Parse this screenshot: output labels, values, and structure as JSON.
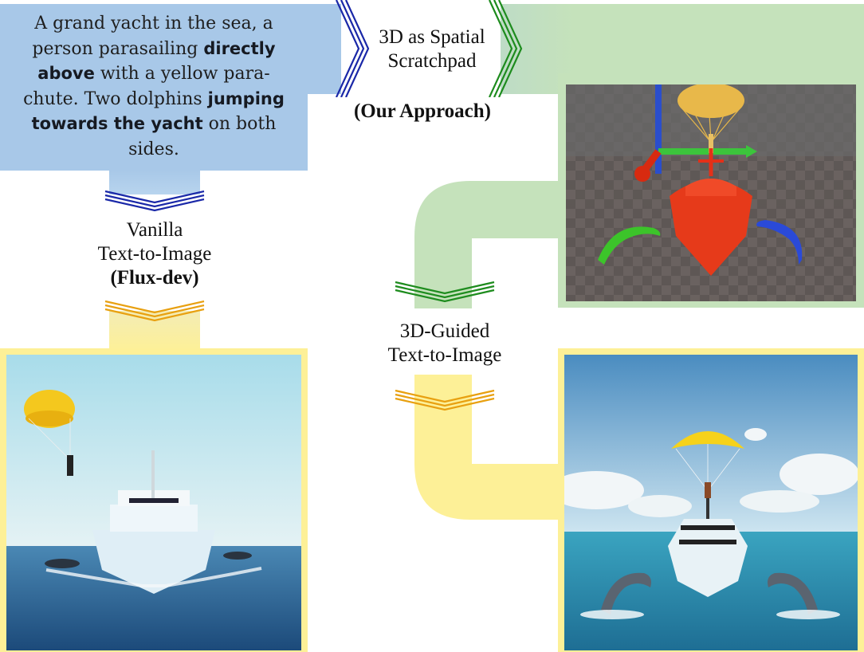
{
  "prompt": {
    "segments": [
      {
        "text": "A grand yacht in the sea, a person parasailing ",
        "bold": false
      },
      {
        "text": "directly above",
        "bold": true
      },
      {
        "text": " with a yellow para-chute. Two dolphins ",
        "bold": false
      },
      {
        "text": "jumping towards the yacht",
        "bold": true
      },
      {
        "text": " on both sides.",
        "bold": false
      }
    ],
    "lines": [
      [
        {
          "t": "A grand yacht in the sea, a",
          "b": false
        }
      ],
      [
        {
          "t": "person parasailing ",
          "b": false
        },
        {
          "t": "directly",
          "b": true
        }
      ],
      [
        {
          "t": "above",
          "b": true
        },
        {
          "t": " with a yellow para-",
          "b": false
        }
      ],
      [
        {
          "t": "chute. Two dolphins ",
          "b": false
        },
        {
          "t": "jumping",
          "b": true
        }
      ],
      [
        {
          "t": "towards the yacht",
          "b": true
        },
        {
          "t": " on both",
          "b": false
        }
      ],
      [
        {
          "t": "sides.",
          "b": false
        }
      ]
    ]
  },
  "approach": {
    "line1": "3D as Spatial",
    "line2": "Scratchpad",
    "tag": "(Our Approach)"
  },
  "baseline": {
    "line1": "Vanilla",
    "line2": "Text-to-Image",
    "tag": "(Flux-dev)"
  },
  "guided": {
    "line1": "3D-Guided",
    "line2": "Text-to-Image"
  },
  "images": {
    "scene3d": "3D scene: red yacht, yellow parachute, green and blue dolphins, XYZ gizmo on checkered floor",
    "baseline_output": "Flux-dev output: yacht with parasailer off to the left, dolphins low in water",
    "guided_output": "3D-guided output: parasailer directly above yacht, two dolphins jumping towards yacht"
  },
  "colors": {
    "prompt_blue": "#a8c8e8",
    "scratchpad_green": "#c5e2bb",
    "output_yellow": "#fdf097",
    "chevron_blue": "#1a28a8",
    "chevron_green": "#1e8c1e",
    "chevron_orange": "#e8a010"
  }
}
